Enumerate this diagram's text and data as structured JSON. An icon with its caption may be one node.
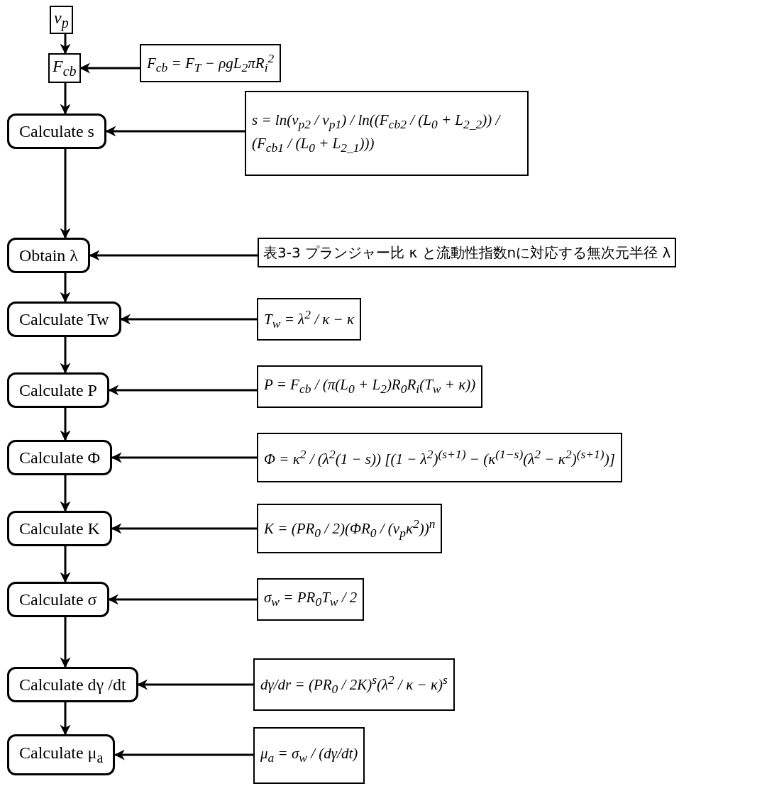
{
  "diagram": {
    "nodes": [
      {
        "text": [
          "v$_{p}$"
        ]
      },
      {
        "text": [
          "F$_{cb}$"
        ]
      },
      {
        "text": [
          "F$_{cb}$ = F$_{T}$ − ρgL$_{2}$πR$_{i}$$^{2}$"
        ]
      },
      {
        "text": [
          "Calculate s"
        ]
      },
      {
        "text": [
          "s = ln(v$_{p2}$ / v$_{p1}$) / ln((F$_{cb2}$ / (L$_{0}$ + L$_{2_2}$)) / (F$_{cb1}$ / (L$_{0}$ + L$_{2_1}$)))"
        ]
      },
      {
        "text": [
          "Obtain λ"
        ]
      },
      {
        "text": [
          "表3-3 プランジャー比 κ と流動性指数nに対応する無次元半径 λ"
        ]
      },
      {
        "text": [
          "Calculate Tw"
        ]
      },
      {
        "text": [
          "T$_{w}$ = λ$^{2}$ / κ − κ"
        ]
      },
      {
        "text": [
          "Calculate P"
        ]
      },
      {
        "text": [
          "P = F$_{cb}$ / (π(L$_{0}$ + L$_{2}$)R$_{0}$R$_{i}$(T$_{w}$ + κ))"
        ]
      },
      {
        "text": [
          "Calculate Φ"
        ]
      },
      {
        "text": [
          "Φ = κ$^{2}$ / (λ$^{2}$(1 − s)) [(1 − λ$^{2}$)$^{(s+1)}$ − (κ$^{(1−s)}$(λ$^{2}$ − κ$^{2}$)$^{(s+1)}$)]"
        ]
      },
      {
        "text": [
          "Calculate K"
        ]
      },
      {
        "text": [
          "K = (PR$_{0}$ / 2)(ΦR$_{0}$ / (v$_{p}$κ$^{2}$))$^{n}$"
        ]
      },
      {
        "text": [
          "Calculate σ"
        ]
      },
      {
        "text": [
          "σ$_{w}$ = PR$_{0}$T$_{w}$ / 2"
        ]
      },
      {
        "text": [
          "Calculate dγ /dt"
        ]
      },
      {
        "text": [
          "dγ/dr = (PR$_{0}$ / 2K)$^{s}$(λ$^{2}$ / κ − κ)$^{s}$"
        ]
      },
      {
        "text": [
          "Calculate μ$_{a}$"
        ]
      },
      {
        "text": [
          "μ$_{a}$ = σ$_{w}$ / (dγ/dt)"
        ]
      }
    ],
    "edges": [
      {
        "from": 0,
        "to": 1,
        "arrow": "to"
      },
      {
        "from": 2,
        "to": 1,
        "arrow": "to"
      },
      {
        "from": 1,
        "to": 3,
        "arrow": "to"
      },
      {
        "from": 4,
        "to": 3,
        "arrow": "to"
      },
      {
        "from": 3,
        "to": 5,
        "arrow": "to"
      },
      {
        "from": 6,
        "to": 5,
        "arrow": "to"
      },
      {
        "from": 5,
        "to": 7,
        "arrow": "to"
      },
      {
        "from": 8,
        "to": 7,
        "arrow": "to"
      },
      {
        "from": 7,
        "to": 9,
        "arrow": "to"
      },
      {
        "from": 10,
        "to": 9,
        "arrow": "to"
      },
      {
        "from": 9,
        "to": 11,
        "arrow": "to"
      },
      {
        "from": 12,
        "to": 11,
        "arrow": "to"
      },
      {
        "from": 11,
        "to": 13,
        "arrow": "to"
      },
      {
        "from": 14,
        "to": 13,
        "arrow": "to"
      },
      {
        "from": 13,
        "to": 15,
        "arrow": "to"
      },
      {
        "from": 16,
        "to": 15,
        "arrow": "to"
      },
      {
        "from": 15,
        "to": 17,
        "arrow": "to"
      },
      {
        "from": 18,
        "to": 17,
        "arrow": "to"
      },
      {
        "from": 17,
        "to": 19,
        "arrow": "to"
      },
      {
        "from": 20,
        "to": 19,
        "arrow": "to"
      }
    ]
  }
}
